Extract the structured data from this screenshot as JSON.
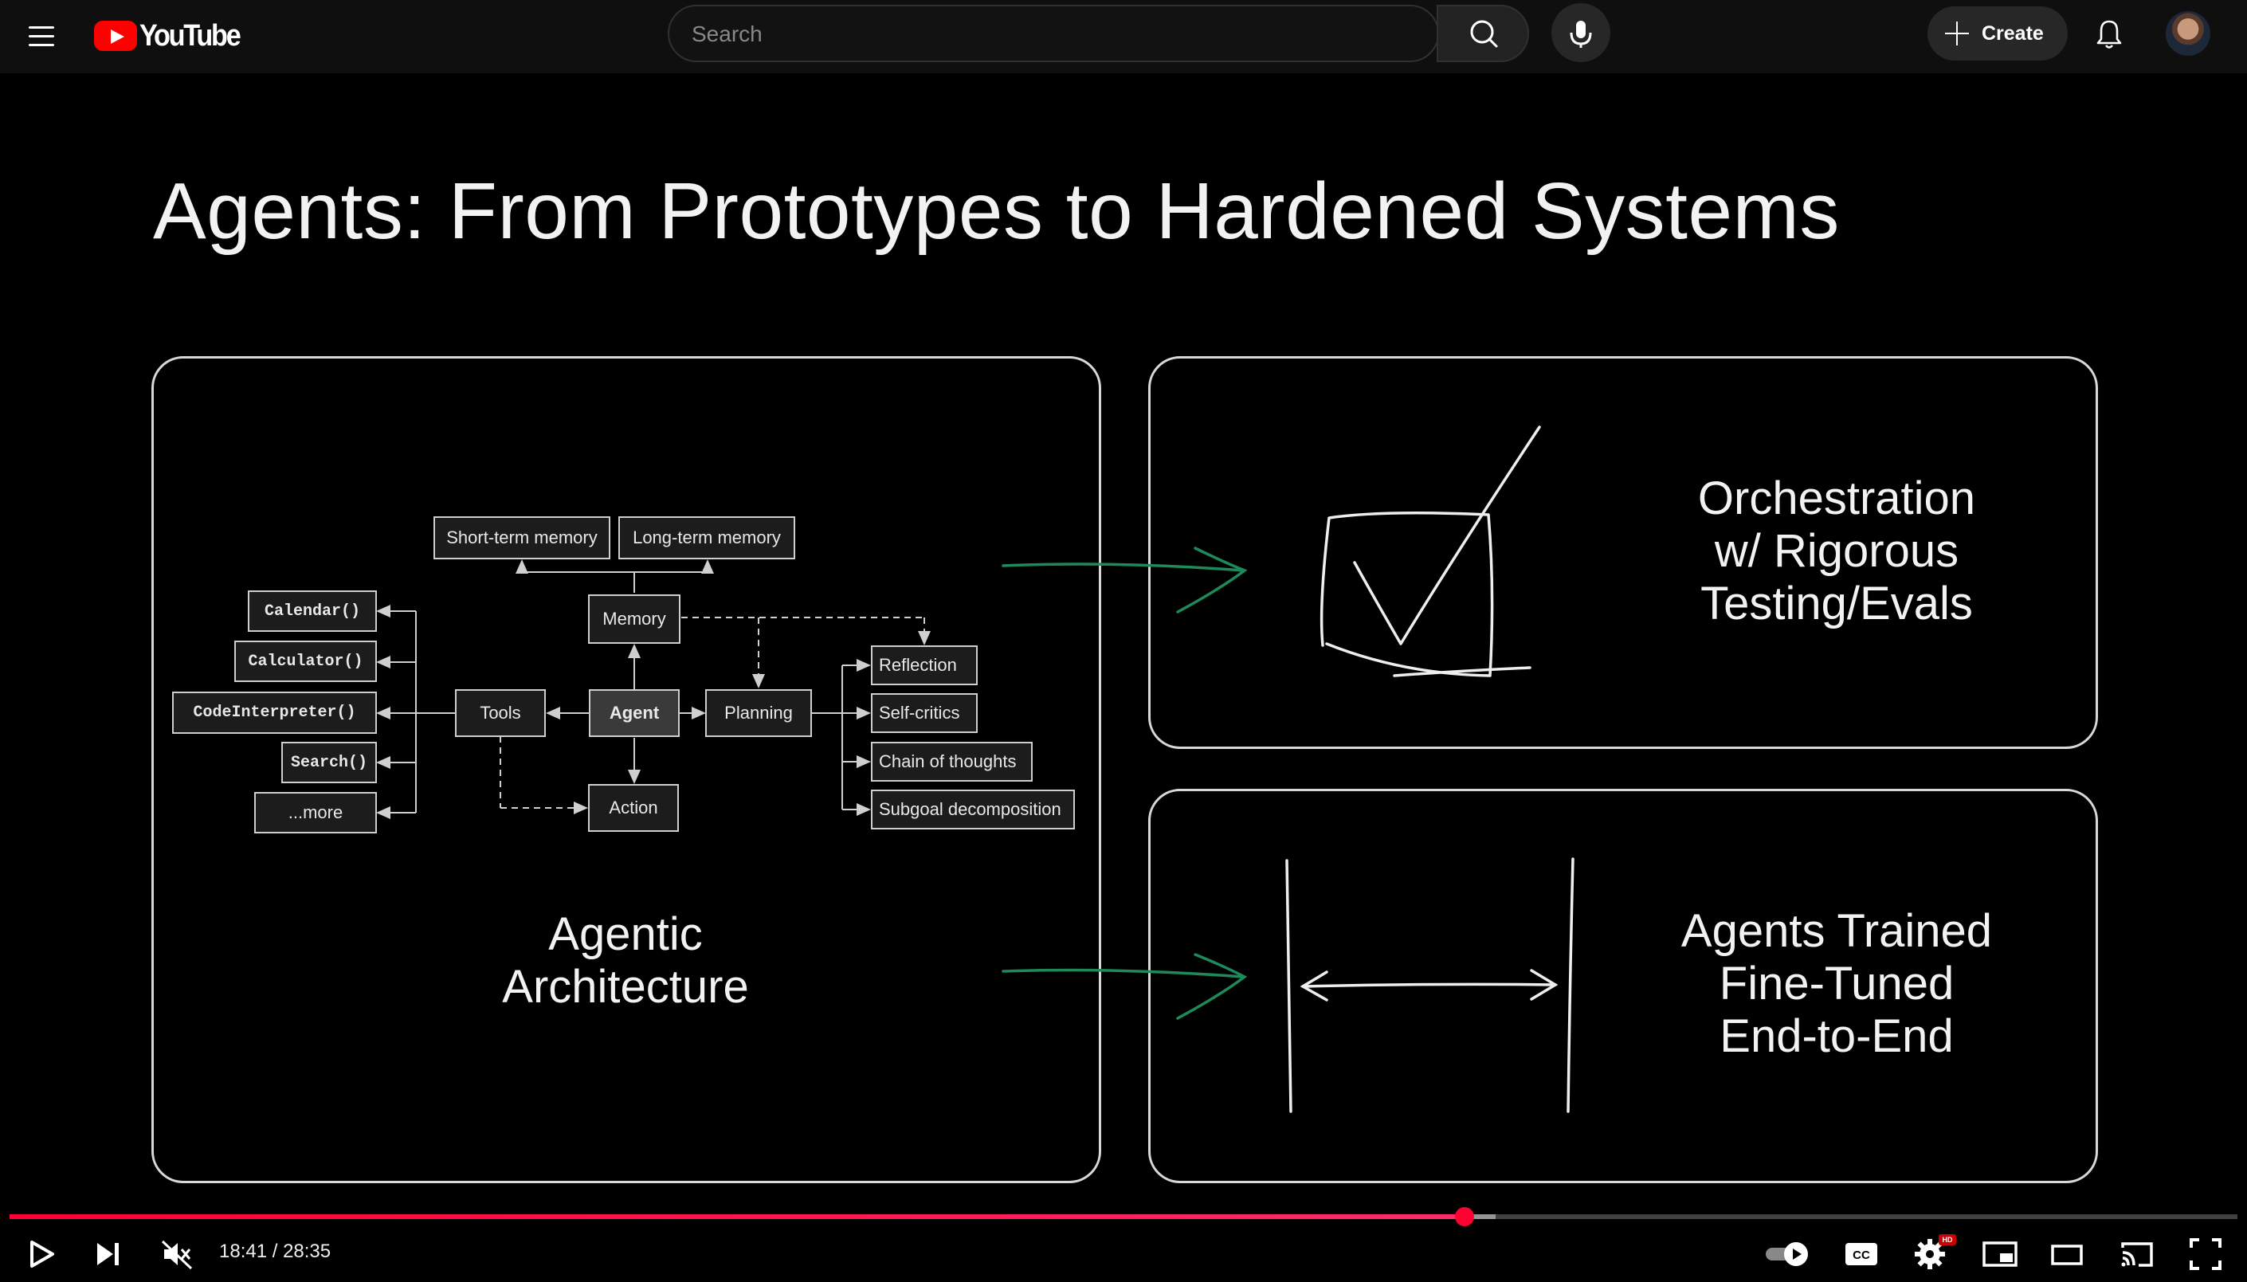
{
  "header": {
    "logo_text": "YouTube",
    "search_placeholder": "Search",
    "create_label": "Create"
  },
  "slide": {
    "title": "Agents: From Prototypes to Hardened Systems",
    "left_caption": [
      "Agentic",
      "Architecture"
    ],
    "top_right_caption": [
      "Orchestration",
      "w/ Rigorous",
      "Testing/Evals"
    ],
    "bottom_right_caption": [
      "Agents Trained",
      "Fine-Tuned",
      "End-to-End"
    ],
    "diagram": {
      "short_term_memory": "Short-term memory",
      "long_term_memory": "Long-term memory",
      "memory": "Memory",
      "tools": "Tools",
      "agent": "Agent",
      "planning": "Planning",
      "action": "Action",
      "tool_items": [
        "Calendar()",
        "Calculator()",
        "CodeInterpreter()",
        "Search()",
        "...more"
      ],
      "planning_items": [
        "Reflection",
        "Self-critics",
        "Chain of thoughts",
        "Subgoal decomposition"
      ]
    }
  },
  "player": {
    "time_current": "18:41",
    "time_total": "28:35",
    "time_display": "18:41 / 28:35",
    "progress_fraction": 0.653,
    "buffered_fraction": 0.667,
    "hd_badge": "HD",
    "cc_label": "CC"
  },
  "colors": {
    "accent_red": "#ff0033",
    "arrow_green": "#1e8a5a",
    "topbar_bg": "#0f0f0f"
  },
  "icons": {
    "menu": "hamburger-menu-icon",
    "search": "search-icon",
    "mic": "microphone-icon",
    "create": "plus-icon",
    "bell": "notification-bell-icon",
    "play": "play-icon",
    "next": "skip-next-icon",
    "mute": "volume-muted-icon",
    "autoplay": "autoplay-toggle-icon",
    "captions": "closed-captions-icon",
    "settings": "gear-icon",
    "miniplayer": "miniplayer-icon",
    "theater": "theater-mode-icon",
    "cast": "cast-icon",
    "fullscreen": "fullscreen-icon"
  }
}
